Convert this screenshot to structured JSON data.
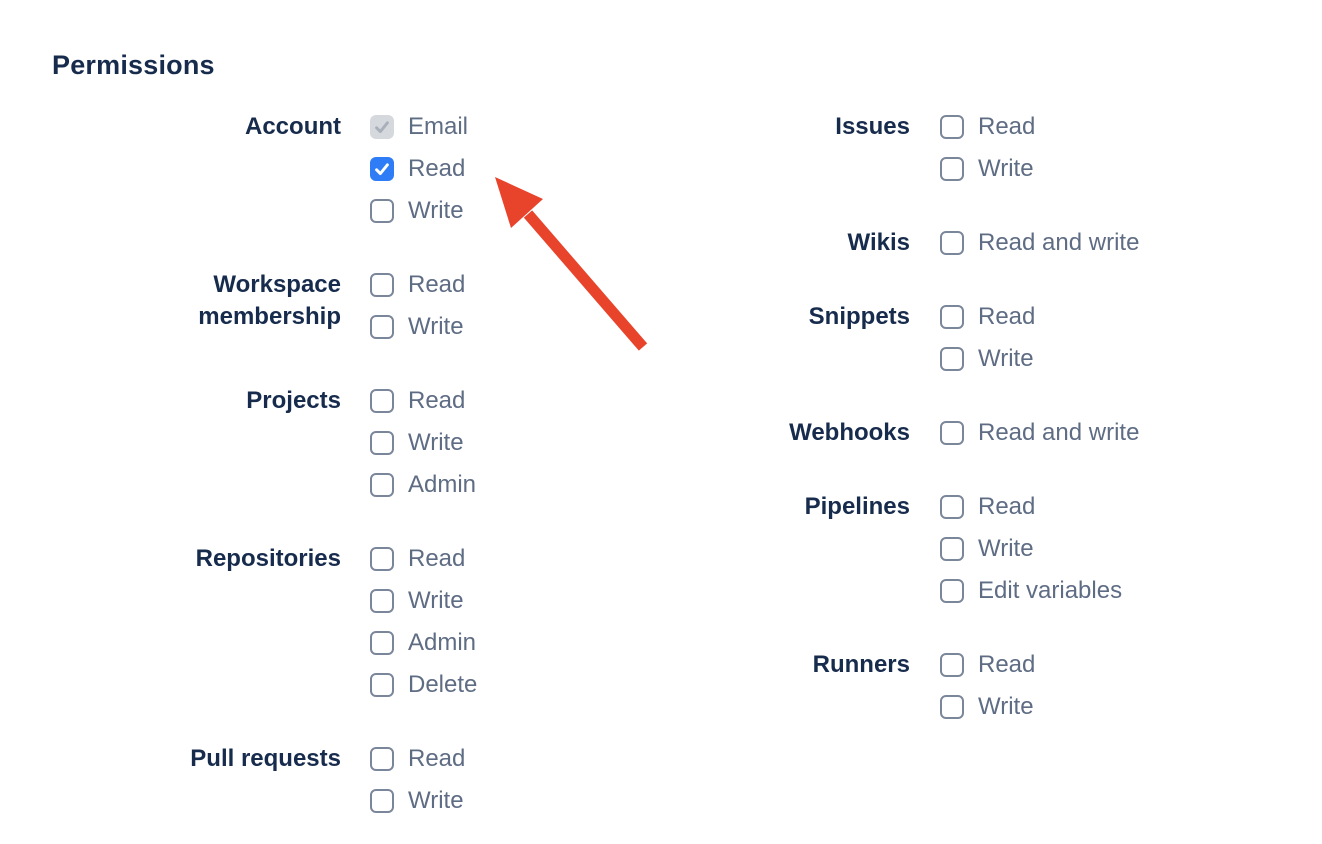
{
  "title": "Permissions",
  "colors": {
    "heading": "#172B4D",
    "option_text": "#5E6C84",
    "checkbox_border": "#7A869A",
    "checkbox_checked_bg": "#2E7CF6",
    "checkbox_checked_check": "#FFFFFF",
    "checkbox_disabled_bg": "#D5D8DD",
    "checkbox_disabled_check": "#A9B0BA",
    "arrow": "#E8432B"
  },
  "columns": [
    {
      "name": "left",
      "sections": [
        {
          "label": "Account",
          "options": [
            {
              "label": "Email",
              "state": "checked-disabled"
            },
            {
              "label": "Read",
              "state": "checked"
            },
            {
              "label": "Write",
              "state": "unchecked"
            }
          ]
        },
        {
          "label": "Workspace membership",
          "options": [
            {
              "label": "Read",
              "state": "unchecked"
            },
            {
              "label": "Write",
              "state": "unchecked"
            }
          ]
        },
        {
          "label": "Projects",
          "options": [
            {
              "label": "Read",
              "state": "unchecked"
            },
            {
              "label": "Write",
              "state": "unchecked"
            },
            {
              "label": "Admin",
              "state": "unchecked"
            }
          ]
        },
        {
          "label": "Repositories",
          "options": [
            {
              "label": "Read",
              "state": "unchecked"
            },
            {
              "label": "Write",
              "state": "unchecked"
            },
            {
              "label": "Admin",
              "state": "unchecked"
            },
            {
              "label": "Delete",
              "state": "unchecked"
            }
          ]
        },
        {
          "label": "Pull requests",
          "options": [
            {
              "label": "Read",
              "state": "unchecked"
            },
            {
              "label": "Write",
              "state": "unchecked"
            }
          ]
        }
      ]
    },
    {
      "name": "right",
      "sections": [
        {
          "label": "Issues",
          "options": [
            {
              "label": "Read",
              "state": "unchecked"
            },
            {
              "label": "Write",
              "state": "unchecked"
            }
          ]
        },
        {
          "label": "Wikis",
          "options": [
            {
              "label": "Read and write",
              "state": "unchecked"
            }
          ]
        },
        {
          "label": "Snippets",
          "options": [
            {
              "label": "Read",
              "state": "unchecked"
            },
            {
              "label": "Write",
              "state": "unchecked"
            }
          ]
        },
        {
          "label": "Webhooks",
          "options": [
            {
              "label": "Read and write",
              "state": "unchecked"
            }
          ]
        },
        {
          "label": "Pipelines",
          "options": [
            {
              "label": "Read",
              "state": "unchecked"
            },
            {
              "label": "Write",
              "state": "unchecked"
            },
            {
              "label": "Edit variables",
              "state": "unchecked"
            }
          ]
        },
        {
          "label": "Runners",
          "options": [
            {
              "label": "Read",
              "state": "unchecked"
            },
            {
              "label": "Write",
              "state": "unchecked"
            }
          ]
        }
      ]
    }
  ]
}
